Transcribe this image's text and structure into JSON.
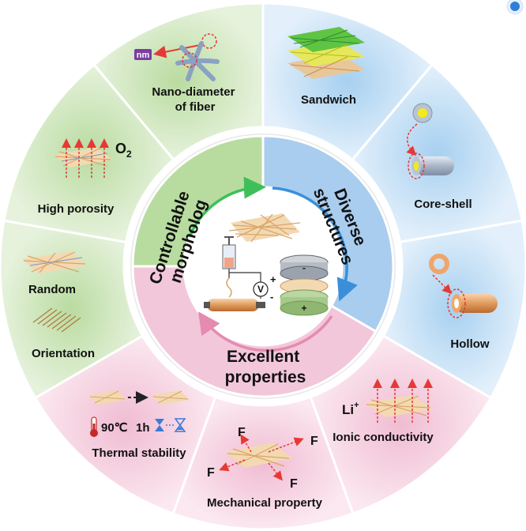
{
  "center": {
    "top_left": [
      "Controllable",
      "morpholog"
    ],
    "top_right": [
      "Diverse",
      "structures"
    ],
    "bottom": [
      "Excellent",
      "properties"
    ]
  },
  "segments": {
    "nano_diameter": [
      "Nano-diameter",
      "of fiber"
    ],
    "nm_tag": "nm",
    "sandwich": "Sandwich",
    "core_shell": "Core-shell",
    "hollow": "Hollow",
    "ionic": "Ionic conductivity",
    "li_symbol": "Li",
    "li_sup": "+",
    "mechanical": "Mechanical property",
    "force": "F",
    "thermal": "Thermal stability",
    "temp": "90℃",
    "time": "1h",
    "orientation": "Orientation",
    "random": "Random",
    "porosity": "High porosity",
    "o2": "O",
    "o2_sub": "2"
  },
  "device": {
    "voltage": "V",
    "plus": "+",
    "minus": "-"
  },
  "colors": {
    "green": "#d2e8c2",
    "blue": "#c9e2f5",
    "pink": "#f4d3e1",
    "fiber": "#d9a56a",
    "arrow_red": "#e53935"
  }
}
